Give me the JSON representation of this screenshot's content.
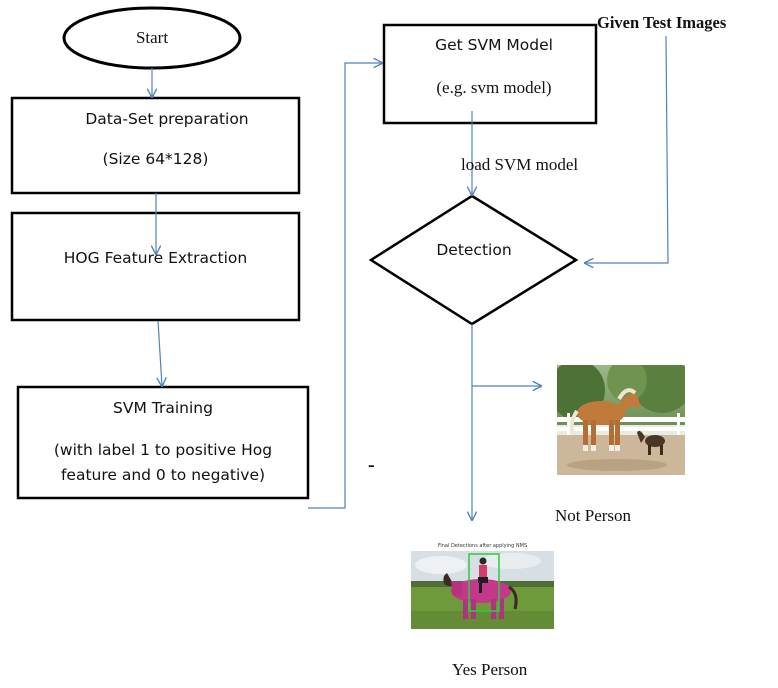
{
  "diagram": {
    "nodes": {
      "start": {
        "label": "Start"
      },
      "dataset": {
        "title": "Data-Set preparation",
        "subtitle": "(Size 64*128)"
      },
      "hog": {
        "label": "HOG Feature Extraction"
      },
      "svm_training": {
        "title": "SVM Training",
        "line1": "(with label 1 to positive Hog",
        "line2": "feature and 0 to negative)"
      },
      "get_svm": {
        "title": "Get SVM Model",
        "subtitle": "(e.g. svm model)"
      },
      "detection": {
        "label": "Detection"
      }
    },
    "edge_labels": {
      "load_model": "load SVM model",
      "test_images": "Given Test Images"
    },
    "dash_mark": "-",
    "outcomes": {
      "not_person": "Not Person",
      "yes_person": "Yes Person"
    },
    "result_image": {
      "caption": "Final Detections after applying NMS"
    },
    "colors": {
      "box_stroke": "#000000",
      "arrow": "#4f81bd",
      "detect_box": "#2ecc40",
      "grass": "#6f9a3c",
      "sky": "#d7dee4"
    }
  }
}
